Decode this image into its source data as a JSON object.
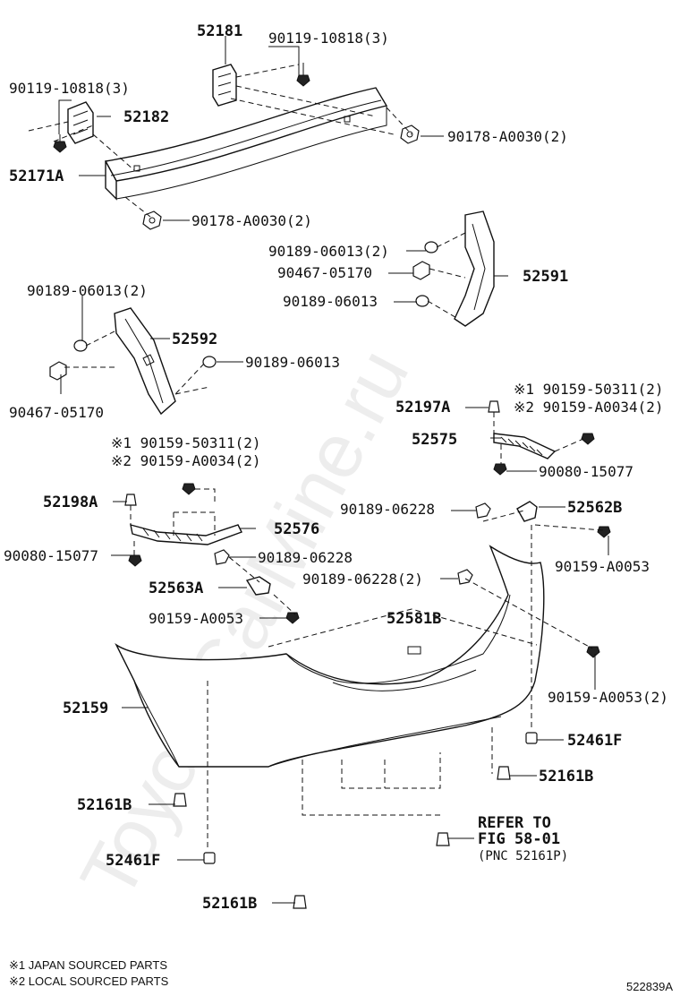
{
  "watermark": "ToyotaCarMine.ru",
  "figure_code": "522839A",
  "footnotes": [
    "※1 JAPAN SOURCED PARTS",
    "※2 LOCAL SOURCED PARTS"
  ],
  "refer": {
    "line1": "REFER TO",
    "line2": "FIG 58-01",
    "line3": "(PNC 52161P)"
  },
  "labels": {
    "p52181": "52181",
    "p90119_a": "90119-10818(3)",
    "p90119_b": "90119-10818(3)",
    "p52182": "52182",
    "p52171A": "52171A",
    "p90178_a": "90178-A0030(2)",
    "p90178_b": "90178-A0030(2)",
    "p90189_06013_2a": "90189-06013(2)",
    "p90467_a": "90467-05170",
    "p52591": "52591",
    "p90189_06013_a": "90189-06013",
    "p90189_06013_2b": "90189-06013(2)",
    "p52592": "52592",
    "p90189_06013_b": "90189-06013",
    "p90467_b": "90467-05170",
    "p52197A": "52197A",
    "p90159_50311_a": "※1 90159-50311(2)",
    "p90159_A0034_a": "※2 90159-A0034(2)",
    "p52575": "52575",
    "p90080_a": "90080-15077",
    "p90159_50311_b": "※1 90159-50311(2)",
    "p90159_A0034_b": "※2 90159-A0034(2)",
    "p52198A": "52198A",
    "p52576": "52576",
    "p90080_b": "90080-15077",
    "p90189_06228_a": "90189-06228",
    "p52562B": "52562B",
    "p90189_06228_b": "90189-06228",
    "p90159_A0053_a": "90159-A0053",
    "p52563A": "52563A",
    "p90189_06228_2": "90189-06228(2)",
    "p90159_A0053_b": "90159-A0053",
    "p52581B": "52581B",
    "p52159": "52159",
    "p90159_A0053_2": "90159-A0053(2)",
    "p52461F_a": "52461F",
    "p52161B_a": "52161B",
    "p52161B_b": "52161B",
    "p52461F_b": "52461F",
    "p52161B_c": "52161B"
  }
}
